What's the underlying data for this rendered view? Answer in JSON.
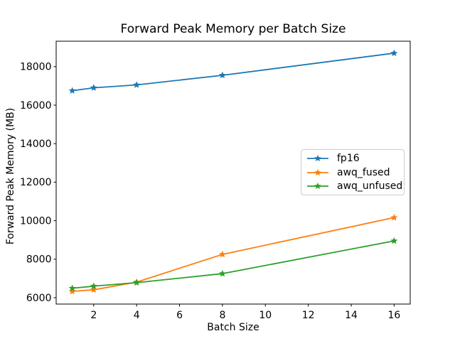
{
  "chart_data": {
    "type": "line",
    "title": "Forward Peak Memory per Batch Size",
    "xlabel": "Batch Size",
    "ylabel": "Forward Peak Memory (MB)",
    "x": [
      1,
      2,
      4,
      8,
      16
    ],
    "series": [
      {
        "name": "fp16",
        "color": "#1f77b4",
        "marker": "star",
        "values": [
          16750,
          16900,
          17050,
          17550,
          18700
        ]
      },
      {
        "name": "awq_fused",
        "color": "#ff7f0e",
        "marker": "star",
        "values": [
          6330,
          6410,
          6810,
          8250,
          10160
        ]
      },
      {
        "name": "awq_unfused",
        "color": "#2ca02c",
        "marker": "star",
        "values": [
          6490,
          6600,
          6780,
          7250,
          8950
        ]
      }
    ],
    "xticks": [
      2,
      4,
      6,
      8,
      10,
      12,
      14,
      16
    ],
    "yticks": [
      6000,
      8000,
      10000,
      12000,
      14000,
      16000,
      18000
    ],
    "xlim": [
      0.25,
      16.75
    ],
    "ylim": [
      5670,
      19320
    ],
    "grid": false,
    "legend": {
      "position": "center-right",
      "entries": [
        "fp16",
        "awq_fused",
        "awq_unfused"
      ]
    }
  },
  "colors": {
    "background": "#ffffff",
    "axis": "#000000",
    "legend_border": "#cccccc"
  }
}
